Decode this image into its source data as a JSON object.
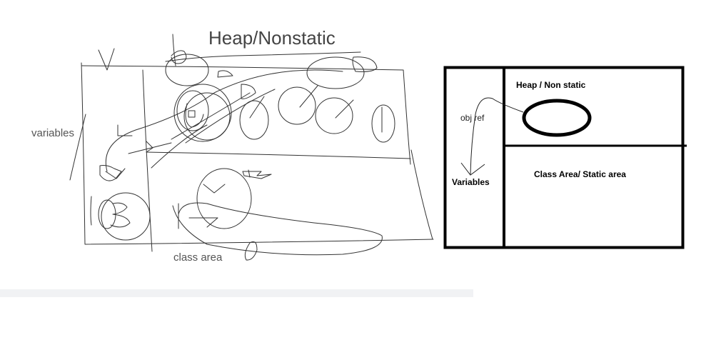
{
  "sketch": {
    "title": "Heap/Nonstatic",
    "variables_label": "variables",
    "class_area_label": "class area"
  },
  "diagram": {
    "heap_label": "Heap / Non static",
    "objref_label": "obj ref",
    "variables_label": "Variables",
    "class_area_label": "Class Area/ Static area"
  },
  "colors": {
    "sketch_stroke": "#333333",
    "diagram_stroke": "#000000",
    "divider_bar": "#f1f2f4"
  }
}
